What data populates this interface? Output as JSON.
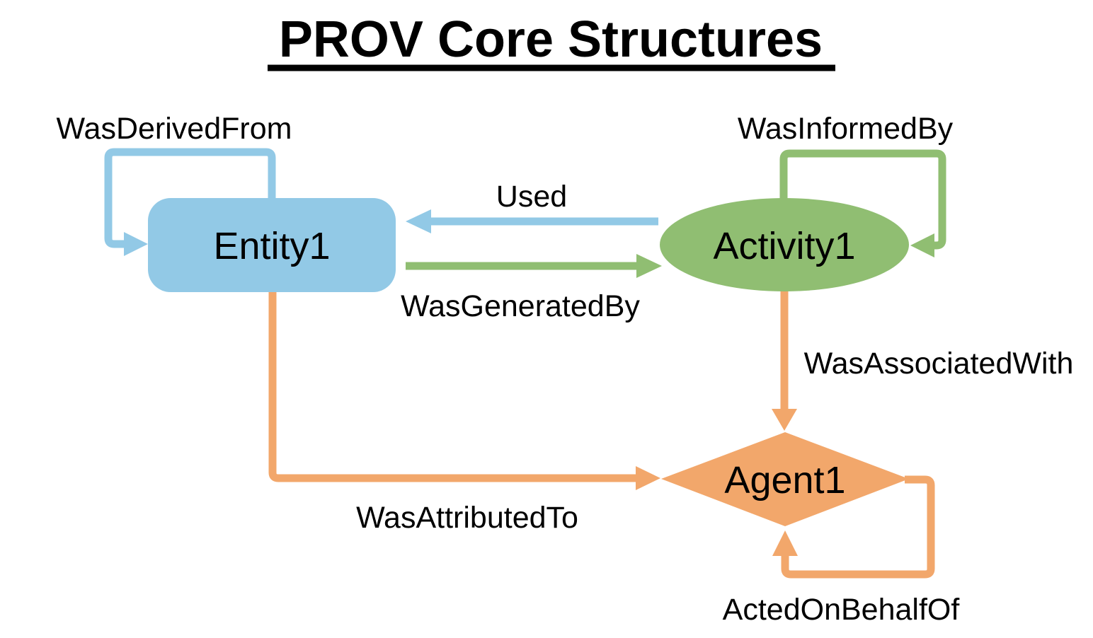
{
  "title": "PROV Core Structures",
  "colors": {
    "blue": "#92C9E6",
    "green": "#90BE72",
    "orange": "#F2A76B",
    "text": "#000000",
    "background": "#FFFFFF"
  },
  "nodes": {
    "entity": {
      "label": "Entity1",
      "shape": "rounded-rectangle",
      "color": "blue"
    },
    "activity": {
      "label": "Activity1",
      "shape": "ellipse",
      "color": "green"
    },
    "agent": {
      "label": "Agent1",
      "shape": "diamond",
      "color": "orange"
    }
  },
  "edges": {
    "was_derived_from": {
      "label": "WasDerivedFrom",
      "from": "Entity1",
      "to": "Entity1",
      "color": "blue"
    },
    "used": {
      "label": "Used",
      "from": "Activity1",
      "to": "Entity1",
      "color": "blue"
    },
    "was_generated_by": {
      "label": "WasGeneratedBy",
      "from": "Entity1",
      "to": "Activity1",
      "color": "green"
    },
    "was_informed_by": {
      "label": "WasInformedBy",
      "from": "Activity1",
      "to": "Activity1",
      "color": "green"
    },
    "was_associated_with": {
      "label": "WasAssociatedWith",
      "from": "Activity1",
      "to": "Agent1",
      "color": "orange"
    },
    "was_attributed_to": {
      "label": "WasAttributedTo",
      "from": "Entity1",
      "to": "Agent1",
      "color": "orange"
    },
    "acted_on_behalf_of": {
      "label": "ActedOnBehalfOf",
      "from": "Agent1",
      "to": "Agent1",
      "color": "orange"
    }
  }
}
